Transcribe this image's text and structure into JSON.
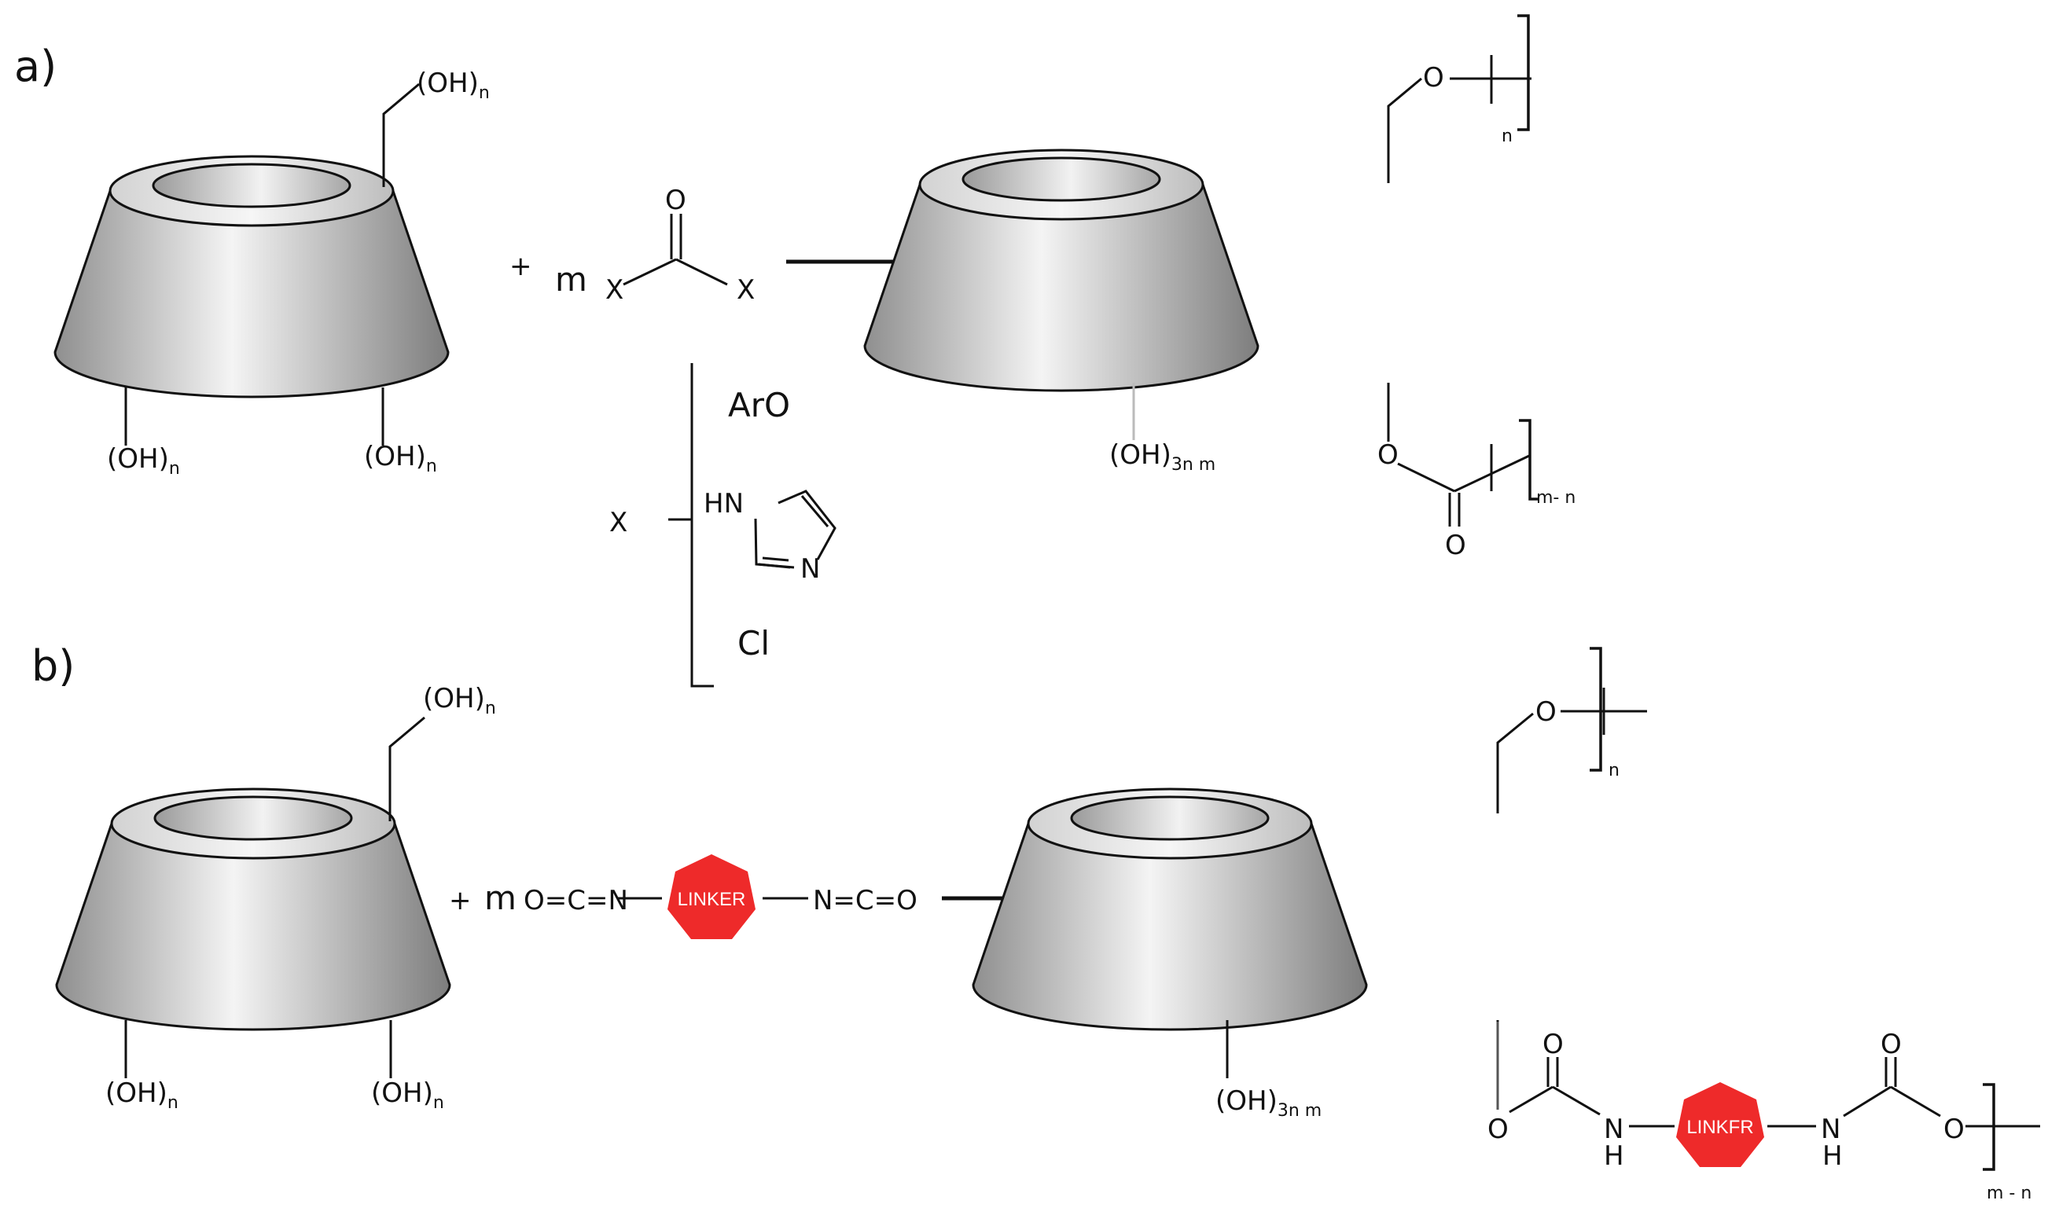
{
  "panel_a": {
    "label": "a)",
    "reactant_top_oh": "(OH)",
    "reactant_bottom_left_oh": "(OH)",
    "reactant_bottom_right_oh": "(OH)",
    "sub_n": "n",
    "plus": "+",
    "coefficient": "m",
    "carbonyl_o": "O",
    "leaving_group_left": "X",
    "leaving_group_right": "X",
    "x_label": "X",
    "x_option_1": "ArO",
    "imidazole_nh": "HN",
    "imidazole_n": "N",
    "x_option_3": "Cl",
    "product_ether_o": "O",
    "product_bracket_sub": "n",
    "product_remaining_oh": "(OH)",
    "product_remaining_sub": "3n m",
    "product_carbonate_o1": "O",
    "product_carbonate_o2": "O",
    "product_carbonate_sub": "m- n"
  },
  "panel_b": {
    "label": "b)",
    "reactant_top_oh": "(OH)",
    "reactant_bottom_left_oh": "(OH)",
    "reactant_bottom_right_oh": "(OH)",
    "sub_n": "n",
    "plus": "+",
    "coefficient": "m",
    "isocyanate_left": "O=C=N",
    "linker_label": "LINKER",
    "isocyanate_right": "N=C=O",
    "product_ether_o": "O",
    "product_bracket_sub": "n",
    "product_remaining_oh": "(OH)",
    "product_remaining_sub": "3n m",
    "urethane_o_left": "O",
    "urethane_carbonyl_o_left": "O",
    "urethane_nh_left_n": "N",
    "urethane_nh_left_h": "H",
    "product_linker_label": "LINKFR",
    "urethane_nh_right_n": "N",
    "urethane_nh_right_h": "H",
    "urethane_carbonyl_o_right": "O",
    "urethane_o_right": "O",
    "product_tail_sub": "m - n"
  },
  "colors": {
    "linker_fill": "#ee2a2a",
    "cone_dark": "#8f8f8f",
    "cone_light": "#f4f4f4"
  }
}
